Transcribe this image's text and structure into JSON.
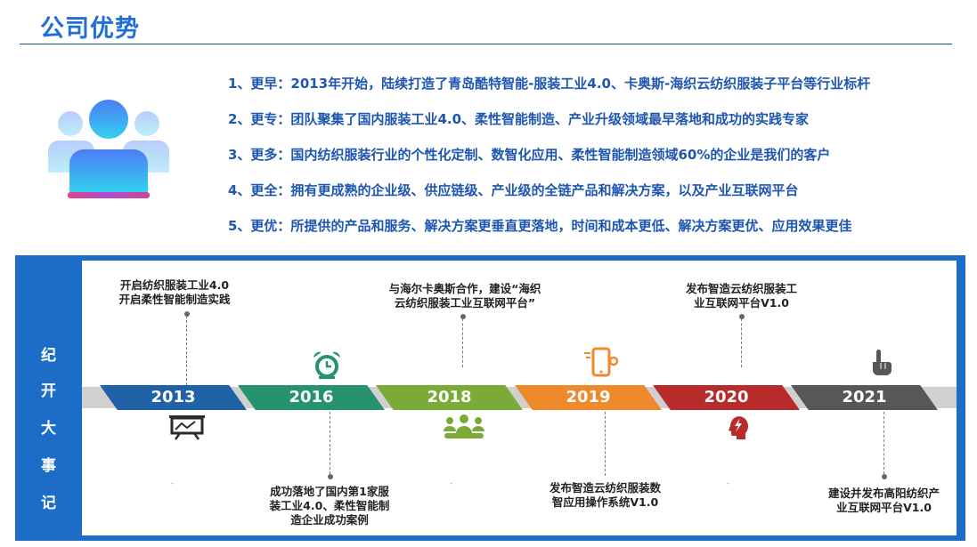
{
  "header": {
    "title": "公司优势"
  },
  "advantages": [
    "1、更早：2013年开始，陆续打造了青岛酷特智能-服装工业4.0、卡奥斯-海织云纺织服装子平台等行业标杆",
    "2、更专：团队聚集了国内服装工业4.0、柔性智能制造、产业升级领域最早落地和成功的实践专家",
    "3、更多：国内纺织服装行业的个性化定制、数智化应用、柔性智能制造领域60%的企业是我们的客户",
    "4、更全：拥有更成熟的企业级、供应链级、产业级的全链产品和解决方案，以及产业互联网平台",
    "5、更优：所提供的产品和服务、解决方案更垂直更落地，时间和成本更低、解决方案更优、应用效果更佳"
  ],
  "timeline": {
    "side_label": [
      "纪",
      "开",
      "大",
      "事",
      "记"
    ],
    "years": [
      "2013",
      "2016",
      "2018",
      "2019",
      "2020",
      "2021"
    ],
    "colors": [
      "#1f62a8",
      "#279270",
      "#7aab37",
      "#ee8a2b",
      "#b72b2b",
      "#575757"
    ],
    "events_top": {
      "e2013": [
        "开启纺织服装工业4.0",
        "开启柔性智能制造实践"
      ],
      "e2018": [
        "与海尔卡奥斯合作，建设“海织",
        "云纺织服装工业互联网平台”"
      ],
      "e2020": [
        "发布智造云纺织服装工",
        "业互联网平台V1.0"
      ]
    },
    "events_bottom": {
      "e2016": [
        "成功落地了国内第1家服",
        "装工业4.0、柔性智能制",
        "造企业成功案例"
      ],
      "e2019": [
        "发布智造云纺织服装数",
        "智应用操作系统V1.0"
      ],
      "e2021": [
        "建设并发布高阳纺织产",
        "业互联网平台V1.0"
      ]
    },
    "ticks": [
      "-",
      "-",
      "-"
    ]
  },
  "icons": {
    "people": "people-group-icon",
    "i2013": "presentation-board-icon",
    "i2016": "alarm-clock-icon",
    "i2018": "team-icon",
    "i2019": "mobile-settings-icon",
    "i2020": "head-lightning-icon",
    "i2021": "pointer-hand-icon"
  }
}
